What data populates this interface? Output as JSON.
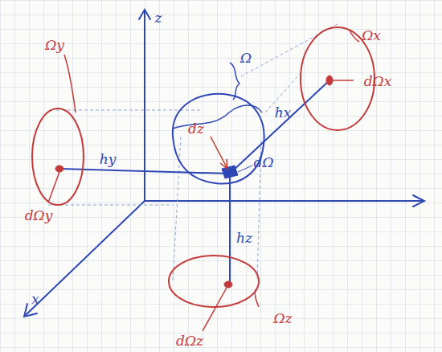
{
  "diagram": {
    "labels": [
      "z",
      "x",
      "Ω",
      "Ωx",
      "dΩx",
      "hx",
      "Ωy",
      "dΩy",
      "hy",
      "hz",
      "Ωz",
      "dΩz",
      "dz",
      "dΩ"
    ]
  }
}
